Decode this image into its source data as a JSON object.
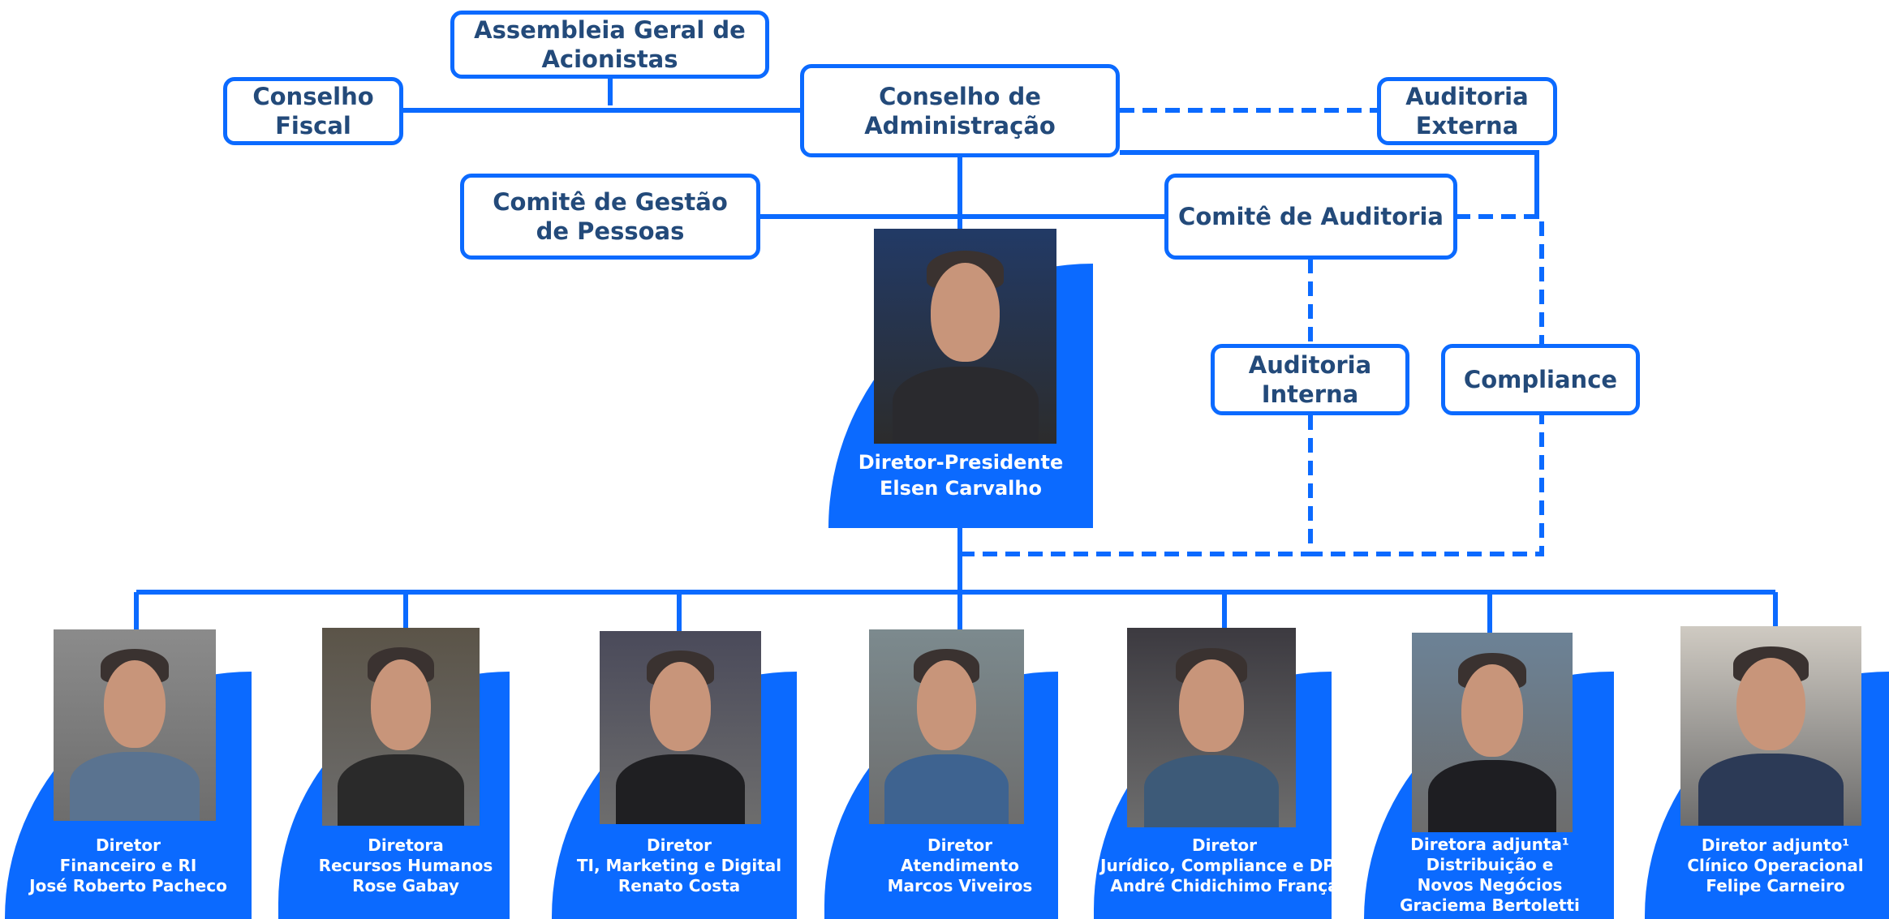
{
  "colors": {
    "accent": "#0b6aff",
    "box_text": "#234a7a",
    "caption_text": "#ffffff"
  },
  "governance": {
    "assembleia": "Assembleia Geral de\nAcionistas",
    "conselho_fiscal": "Conselho\nFiscal",
    "conselho_admin": "Conselho de\nAdministração",
    "auditoria_externa": "Auditoria\nExterna",
    "comite_pessoas": "Comitê de Gestão\nde Pessoas",
    "comite_auditoria": "Comitê de Auditoria",
    "auditoria_interna": "Auditoria\nInterna",
    "compliance": "Compliance"
  },
  "ceo": {
    "title": "Diretor-Presidente",
    "name": "Elsen Carvalho"
  },
  "directors": [
    {
      "lines": [
        "Diretor",
        "Financeiro e RI",
        "José Roberto Pacheco"
      ]
    },
    {
      "lines": [
        "Diretora",
        "Recursos Humanos",
        "Rose  Gabay"
      ]
    },
    {
      "lines": [
        "Diretor",
        "TI, Marketing e Digital",
        "Renato Costa"
      ]
    },
    {
      "lines": [
        "Diretor",
        "Atendimento",
        "Marcos Viveiros"
      ]
    },
    {
      "lines": [
        "Diretor",
        "Jurídico, Compliance e DPO",
        "André Chidichimo França"
      ]
    },
    {
      "lines": [
        "Diretora adjunta¹",
        "Distribuição e",
        "Novos Negócios",
        "Graciema Bertoletti"
      ]
    },
    {
      "lines": [
        "Diretor adjunto¹",
        "Clínico Operacional",
        "Felipe Carneiro"
      ]
    }
  ]
}
